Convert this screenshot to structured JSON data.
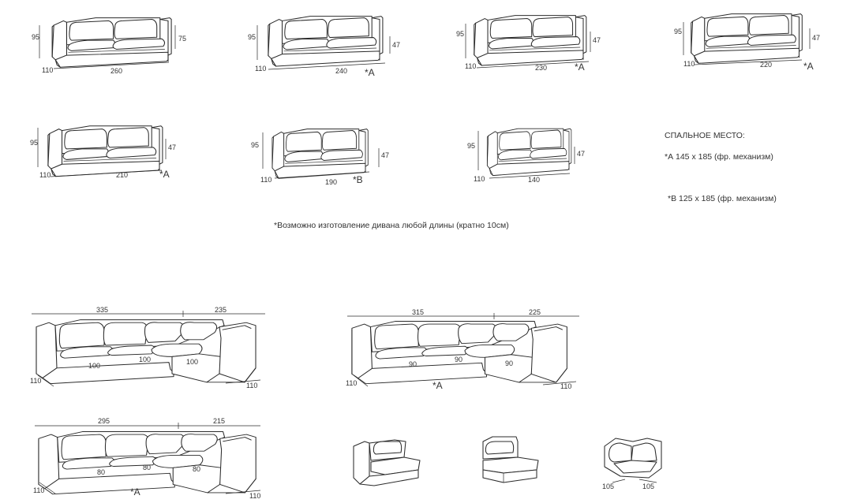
{
  "sleeping_place": {
    "title": "СПАЛЬНОЕ МЕСТО:",
    "a": "*А  145 х 185  (фр. механизм)",
    "b": "*В 125 х 185  (фр. механизм)"
  },
  "length_note": "*Возможно изготовление  дивана любой длины (кратно 10см)",
  "sofas": [
    {
      "height": "95",
      "arm": "75",
      "depth": "110",
      "length": "260",
      "mark": ""
    },
    {
      "height": "95",
      "arm": "47",
      "depth": "110",
      "length": "240",
      "mark": "*А"
    },
    {
      "height": "95",
      "arm": "47",
      "depth": "110",
      "length": "230",
      "mark": "*А"
    },
    {
      "height": "95",
      "arm": "47",
      "depth": "110",
      "length": "220",
      "mark": "*А"
    },
    {
      "height": "95",
      "arm": "47",
      "depth": "110",
      "length": "210",
      "mark": "*А"
    },
    {
      "height": "95",
      "arm": "47",
      "depth": "110",
      "length": "190",
      "mark": "*В"
    },
    {
      "height": "95",
      "arm": "47",
      "depth": "110",
      "length": "140",
      "mark": ""
    }
  ],
  "corners": [
    {
      "long": "335",
      "short": "235",
      "s1": "100",
      "s2": "100",
      "s3": "100",
      "depth": "110",
      "depth2": "110",
      "mark": ""
    },
    {
      "long": "315",
      "short": "225",
      "s1": "90",
      "s2": "90",
      "s3": "90",
      "depth": "110",
      "depth2": "110",
      "mark": "*А"
    },
    {
      "long": "295",
      "short": "215",
      "s1": "80",
      "s2": "80",
      "s3": "80",
      "depth": "110",
      "depth2": "110",
      "mark": "*А"
    }
  ],
  "modules": {
    "corner_a": "105",
    "corner_b": "105"
  }
}
